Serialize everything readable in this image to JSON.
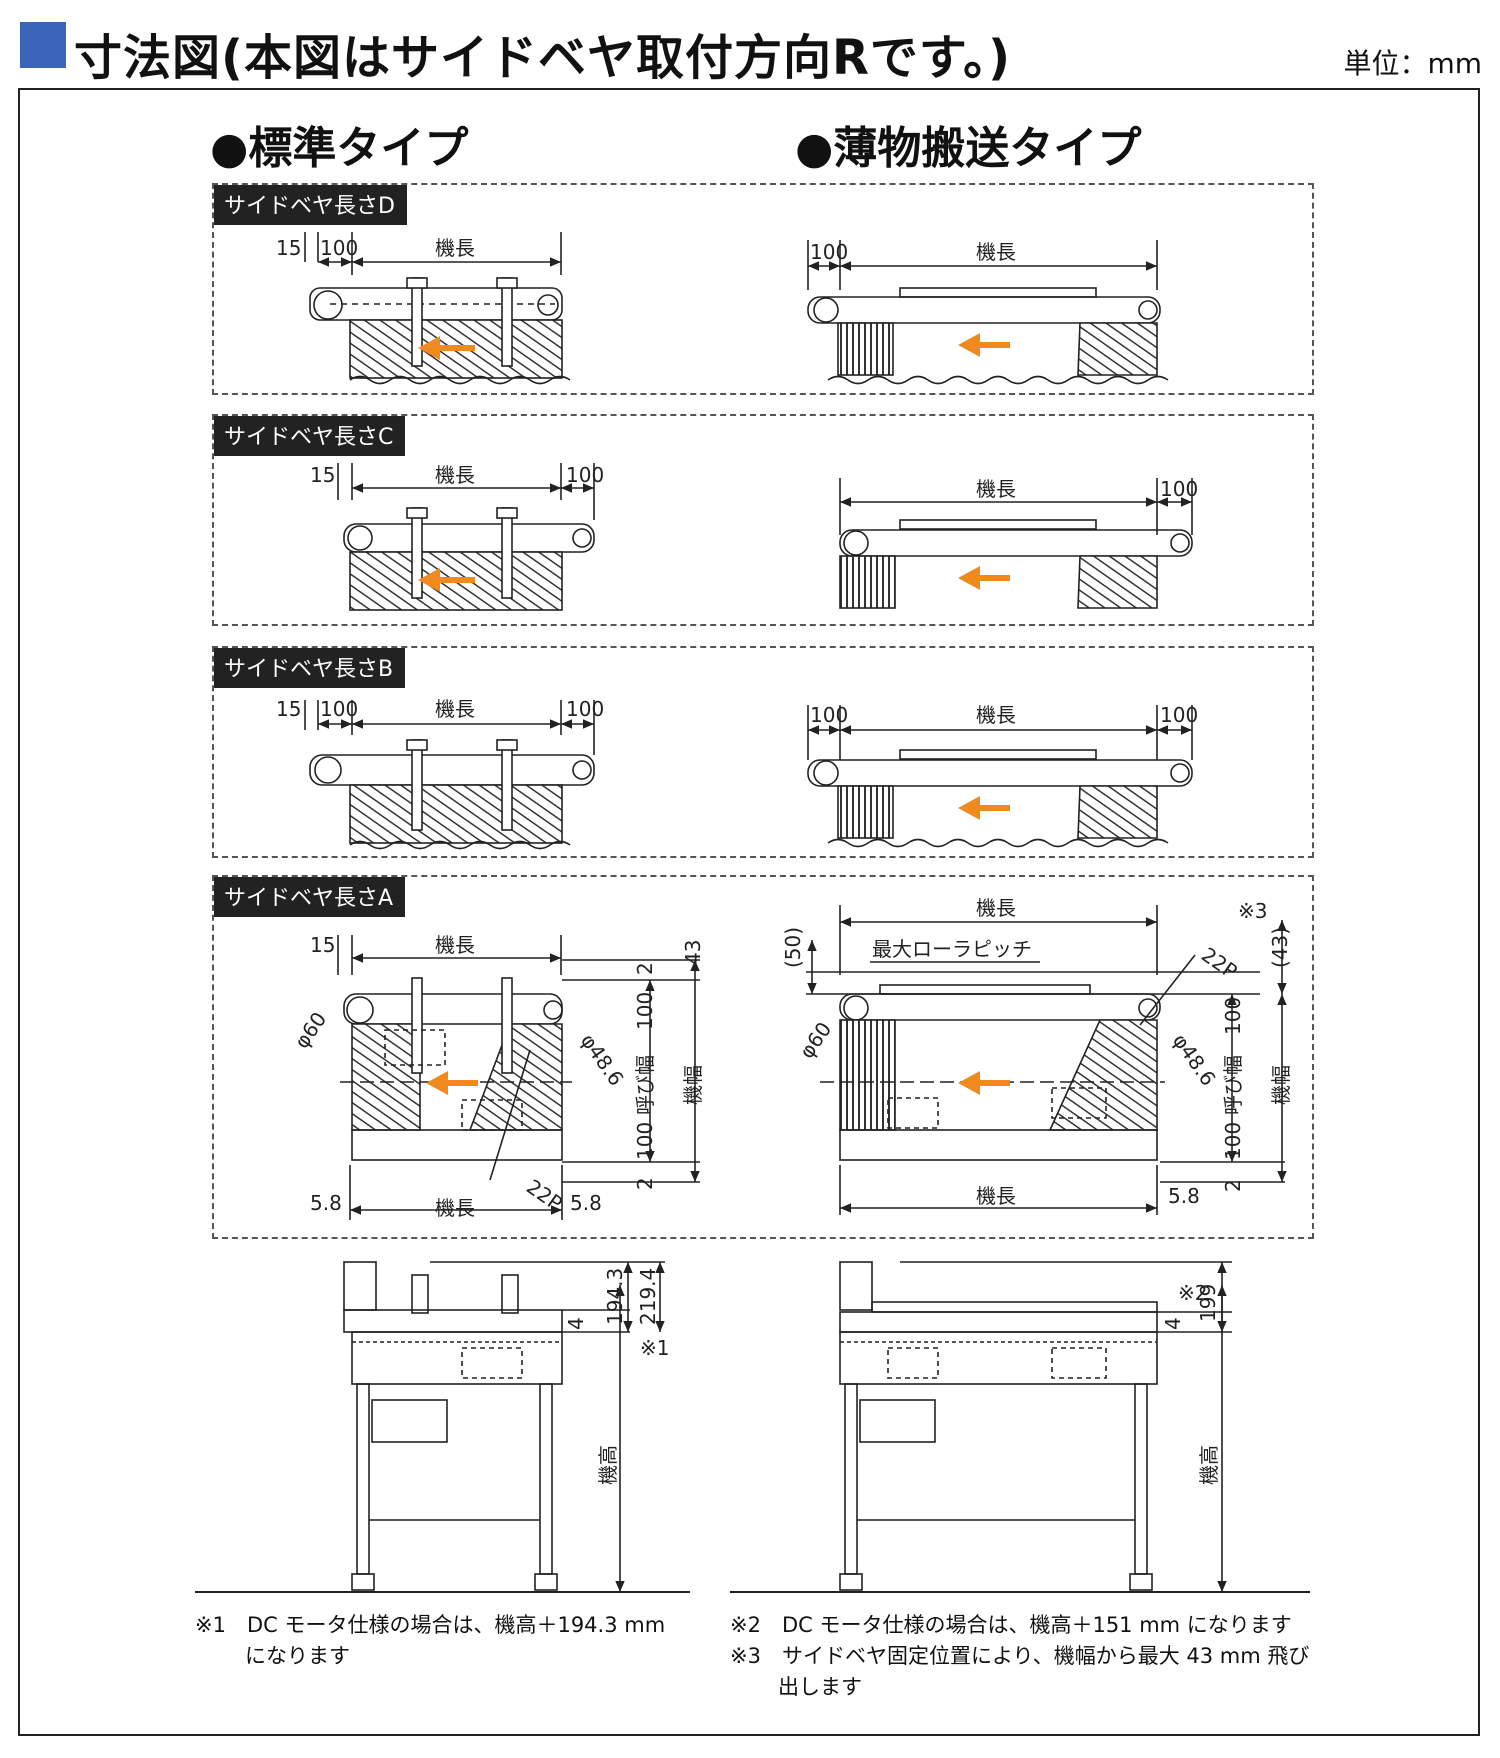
{
  "header": {
    "title": "寸法図(本図はサイドベヤ取付方向Rです。)",
    "unit": "単位：mm"
  },
  "columns": {
    "standard": "●標準タイプ",
    "thin": "●薄物搬送タイプ"
  },
  "panels": [
    {
      "tag": "サイドベヤ長さD"
    },
    {
      "tag": "サイドベヤ長さC"
    },
    {
      "tag": "サイドベヤ長さB"
    },
    {
      "tag": "サイドベヤ長さA"
    }
  ],
  "dims": {
    "d15": "15",
    "d100": "100",
    "machine_length": "機長",
    "max_roller_pitch": "最大ローラピッチ",
    "p50": "(50)",
    "p43": "(43)",
    "v43": "43",
    "v2": "2",
    "pitch22": "22P",
    "phi60": "φ60",
    "phi48": "φ48.6",
    "nominal_width": "呼び幅",
    "machine_width": "機幅",
    "v58": "5.8",
    "h194": "194.3",
    "h219": "219.4",
    "h199": "199",
    "v4": "4",
    "machine_height": "機高",
    "mark1": "※1",
    "mark2": "※2",
    "mark3": "※3"
  },
  "notes": {
    "n1a": "※1　DC モータ仕様の場合は、機高＋194.3 mm",
    "n1b": "になります",
    "n2": "※2　DC モータ仕様の場合は、機高＋151 mm になります",
    "n3a": "※3　サイドベヤ固定位置により、機幅から最大 43 mm 飛び",
    "n3b": "出します"
  },
  "colors": {
    "accent": "#3a66ba",
    "arrow": "#f08a1e",
    "line": "#222222"
  }
}
